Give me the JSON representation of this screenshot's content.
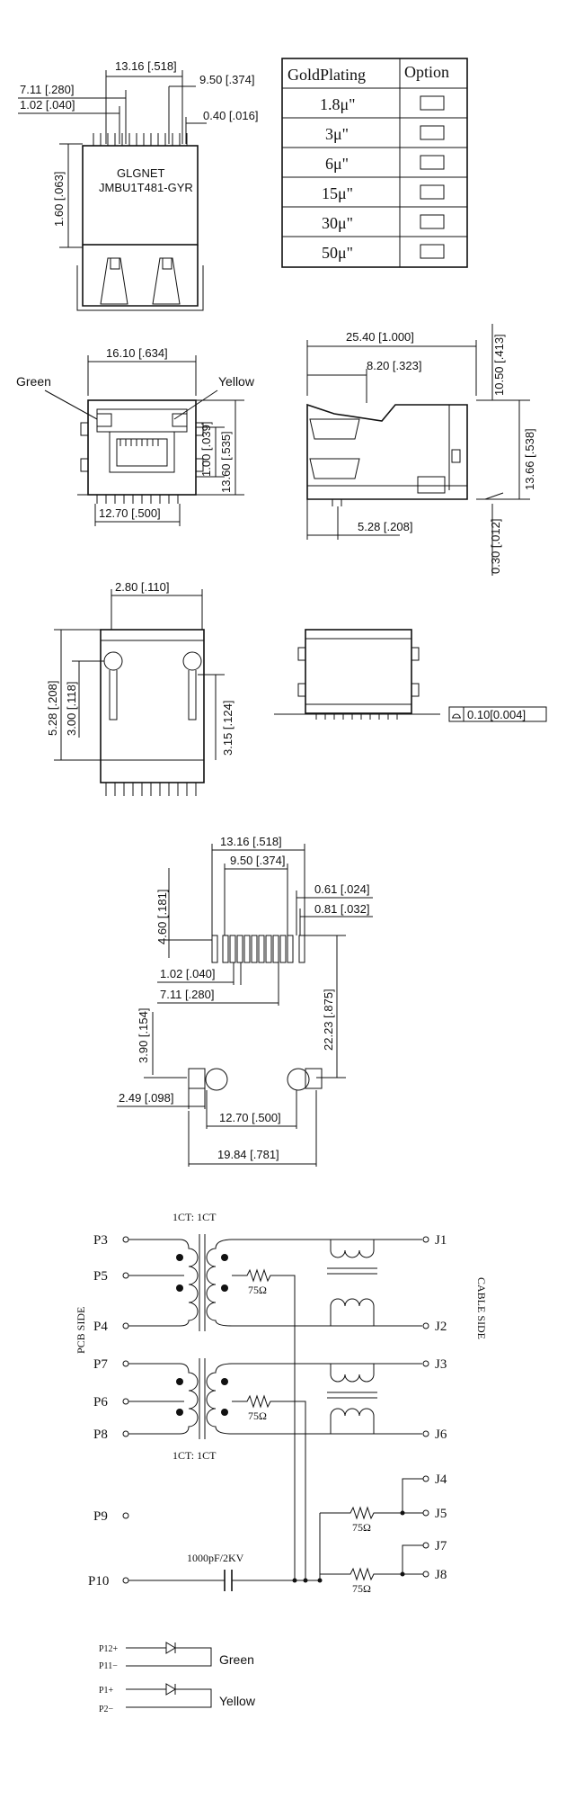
{
  "top_view": {
    "dims": [
      "13.16 [.518]",
      "9.50 [.374]",
      "7.11 [.280]",
      "1.02 [.040]",
      "0.40 [.016]",
      "1.60 [.063]"
    ],
    "brand": "GLGNET",
    "part_number": "JMBU1T481-GYR"
  },
  "plating_table": {
    "headers": [
      "GoldPlating",
      "Option"
    ],
    "rows": [
      {
        "plating": "1.8μ\"",
        "selected": false
      },
      {
        "plating": "3μ\"",
        "selected": false
      },
      {
        "plating": "6μ\"",
        "selected": true
      },
      {
        "plating": "15μ\"",
        "selected": false
      },
      {
        "plating": "30μ\"",
        "selected": false
      },
      {
        "plating": "50μ\"",
        "selected": false
      }
    ]
  },
  "front_view": {
    "dims": [
      "16.10 [.634]",
      "1.00 [.039]",
      "13.60 [.535]",
      "12.70 [.500]"
    ],
    "led_left": "Green",
    "led_right": "Yellow"
  },
  "side_view": {
    "dims": [
      "25.40 [1.000]",
      "8.20 [.323]",
      "10.50 [.413]",
      "13.66 [.538]",
      "5.28 [.208]",
      "0.30 [.012]"
    ]
  },
  "bottom_view": {
    "dims": [
      "2.80 [.110]",
      "5.28 [.208]",
      "3.00 [.118]",
      "3.15 [.124]"
    ]
  },
  "rear_view": {
    "flatness": "0.10[0.004]"
  },
  "pcb_layout": {
    "dims": [
      "13.16 [.518]",
      "9.50 [.374]",
      "4.60 [.181]",
      "0.61 [.024]",
      "0.81 [.032]",
      "1.02 [.040]",
      "7.11 [.280]",
      "22.23 [.875]",
      "3.90 [.154]",
      "2.49 [.098]",
      "12.70 [.500]",
      "19.84 [.781]"
    ]
  },
  "schematic": {
    "ratio_top": "1CT: 1CT",
    "ratio_bottom": "1CT: 1CT",
    "pins_left": [
      "P3",
      "P5",
      "P4",
      "P7",
      "P6",
      "P8",
      "P9",
      "P10"
    ],
    "pins_right": [
      "J1",
      "J2",
      "J3",
      "J6",
      "J4",
      "J5",
      "J7",
      "J8"
    ],
    "pcb_side": "PCB SIDE",
    "cable_side": "CABLE SIDE",
    "resistor_labels": [
      "75Ω",
      "75Ω",
      "75Ω",
      "75Ω"
    ],
    "capacitor": "1000pF/2KV"
  },
  "led_circuit": {
    "pins": [
      "P12+",
      "P11−",
      "P1+",
      "P2−"
    ],
    "colors": [
      "Green",
      "Yellow"
    ]
  }
}
